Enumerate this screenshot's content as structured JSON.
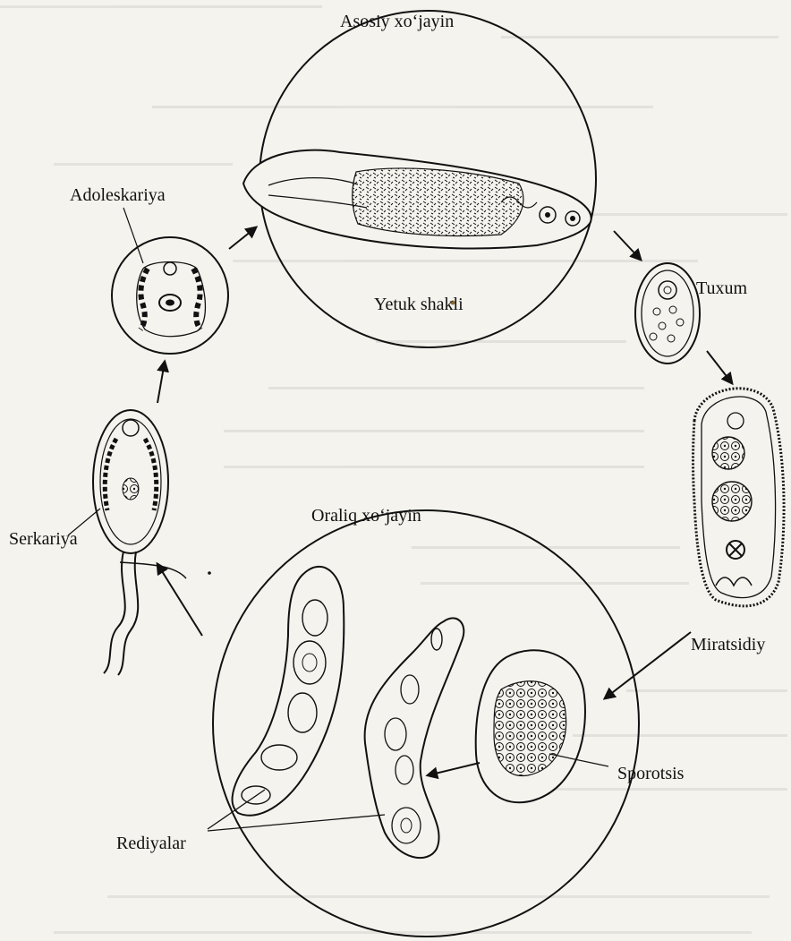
{
  "labels": {
    "host_main": "Asosiy xo‘jayin",
    "adolescaria": "Adoleskariya",
    "adult": "Yetuk shakli",
    "egg": "Tuxum",
    "host_intermediate": "Oraliq xo‘jayin",
    "cercaria": "Serkariya",
    "miracidium": "Miratsidiy",
    "sporocyst": "Sporotsis",
    "rediae": "Rediyalar"
  },
  "colors": {
    "ink": "#111111",
    "paper": "#f4f3ee",
    "bleed_text": "#c9c7c1"
  }
}
